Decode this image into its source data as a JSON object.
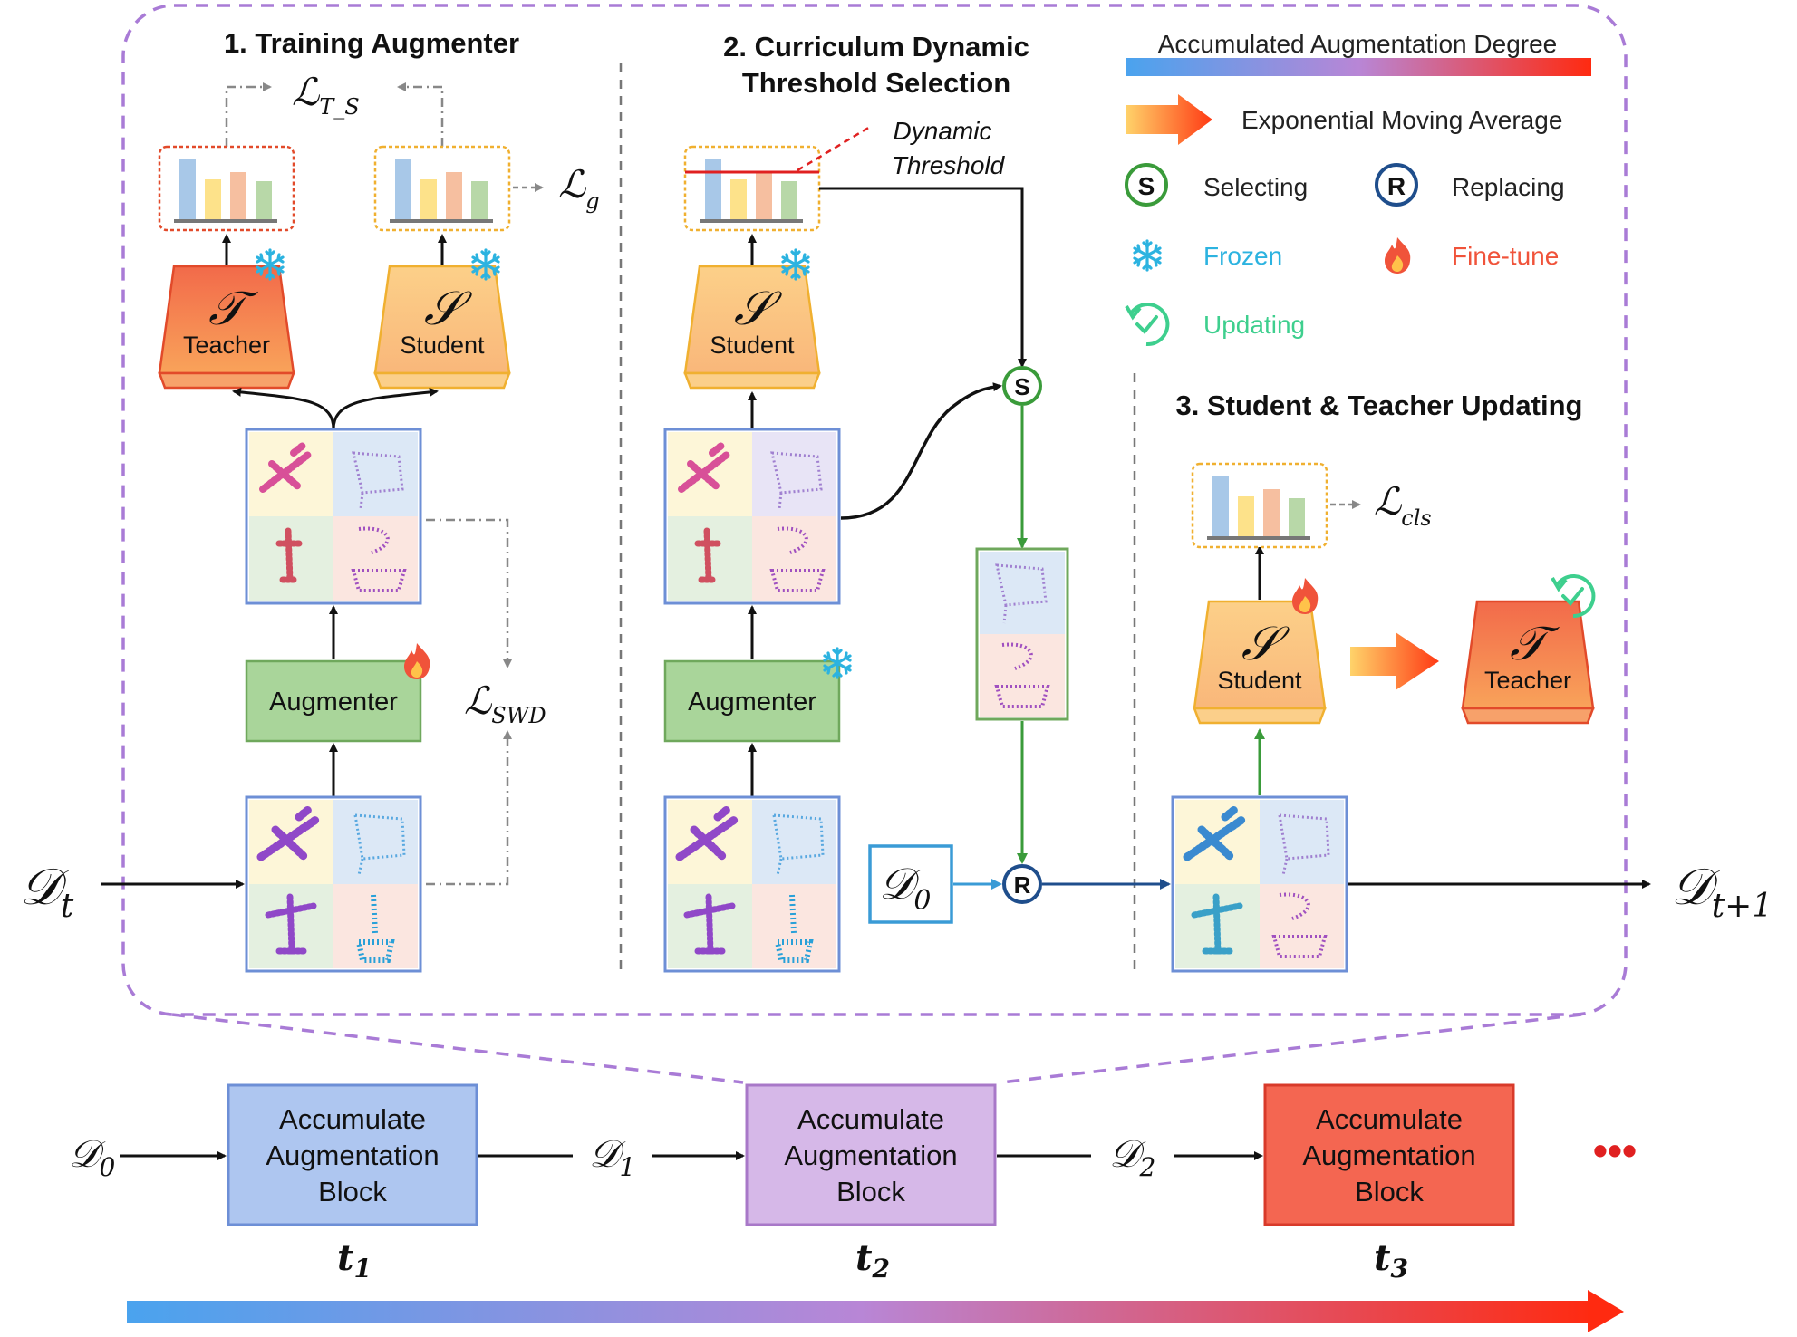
{
  "sections": {
    "training_augmenter": "1. Training Augmenter",
    "threshold_line1": "2. Curriculum Dynamic",
    "threshold_line2": "Threshold Selection",
    "updating": "3. Student & Teacher Updating"
  },
  "legend": {
    "accumulated_degree": "Accumulated Augmentation Degree",
    "ema": "Exponential Moving Average",
    "selecting": "Selecting",
    "replacing": "Replacing",
    "frozen": "Frozen",
    "finetune": "Fine-tune",
    "updating": "Updating",
    "selecting_glyph": "S",
    "replacing_glyph": "R"
  },
  "models": {
    "teacher_symbol": "𝒯",
    "teacher_label": "Teacher",
    "student_symbol": "𝒮",
    "student_label": "Student",
    "augmenter_label": "Augmenter"
  },
  "losses": {
    "ts_base": "ℒ",
    "ts_sub": "T_S",
    "g_base": "ℒ",
    "g_sub": "g",
    "swd_base": "ℒ",
    "swd_sub": "SWD",
    "cls_base": "ℒ",
    "cls_sub": "cls"
  },
  "threshold": {
    "line1": "Dynamic",
    "line2": "Threshold"
  },
  "datasets": {
    "d_base": "𝒟",
    "dt_sub": "t",
    "dt1_sub": "t+1",
    "d0_sub": "0",
    "d1_sub": "1",
    "d2_sub": "2"
  },
  "blocks": [
    {
      "line1": "Accumulate",
      "line2": "Augmentation",
      "line3": "Block",
      "t_base": "t",
      "t_sub": "1",
      "fill": "#aec6f0",
      "stroke": "#6d8fd6"
    },
    {
      "line1": "Accumulate",
      "line2": "Augmentation",
      "line3": "Block",
      "t_base": "t",
      "t_sub": "2",
      "fill": "#d6b8e8",
      "stroke": "#a878c8"
    },
    {
      "line1": "Accumulate",
      "line2": "Augmentation",
      "line3": "Block",
      "t_base": "t",
      "t_sub": "3",
      "fill": "#f46651",
      "stroke": "#d83a2a"
    }
  ],
  "ellipsis": "•••",
  "colors": {
    "dashed_frame": "#a97bd6",
    "frozen": "#2cb3e0",
    "finetune": "#f0533a",
    "updating": "#3ecf8e",
    "selecting": "#3a9b3a",
    "replacing": "#1f4e8c",
    "bar_blue": "#a8c8e8",
    "bar_yellow": "#fde28a",
    "bar_peach": "#f6bfa0",
    "bar_green": "#b8d8a8"
  }
}
